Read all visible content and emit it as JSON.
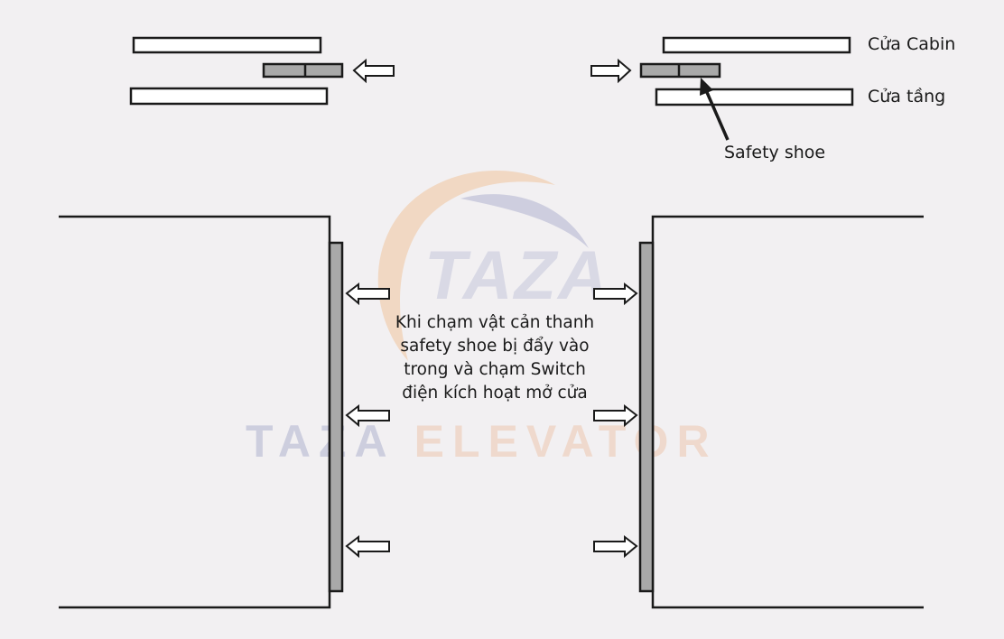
{
  "labels": {
    "cabin_door": "Cửa Cabin",
    "landing_door": "Cửa tầng",
    "safety_shoe": "Safety shoe"
  },
  "caption": {
    "line1": "Khi chạm vật cản thanh",
    "line2": "safety shoe bị đẩy vào",
    "line3": "trong và chạm Switch",
    "line4": "điện kích hoạt mở cửa"
  },
  "watermark": {
    "logo": "TAZA",
    "word1": "TAZA",
    "word2": "ELEVATOR"
  },
  "colors": {
    "background": "#f2f0f2",
    "line": "#1a1a1a",
    "safety_shoe_fill": "#a9a9a9",
    "watermark_blue": "#2a3a8a",
    "watermark_orange": "#e2782a"
  }
}
